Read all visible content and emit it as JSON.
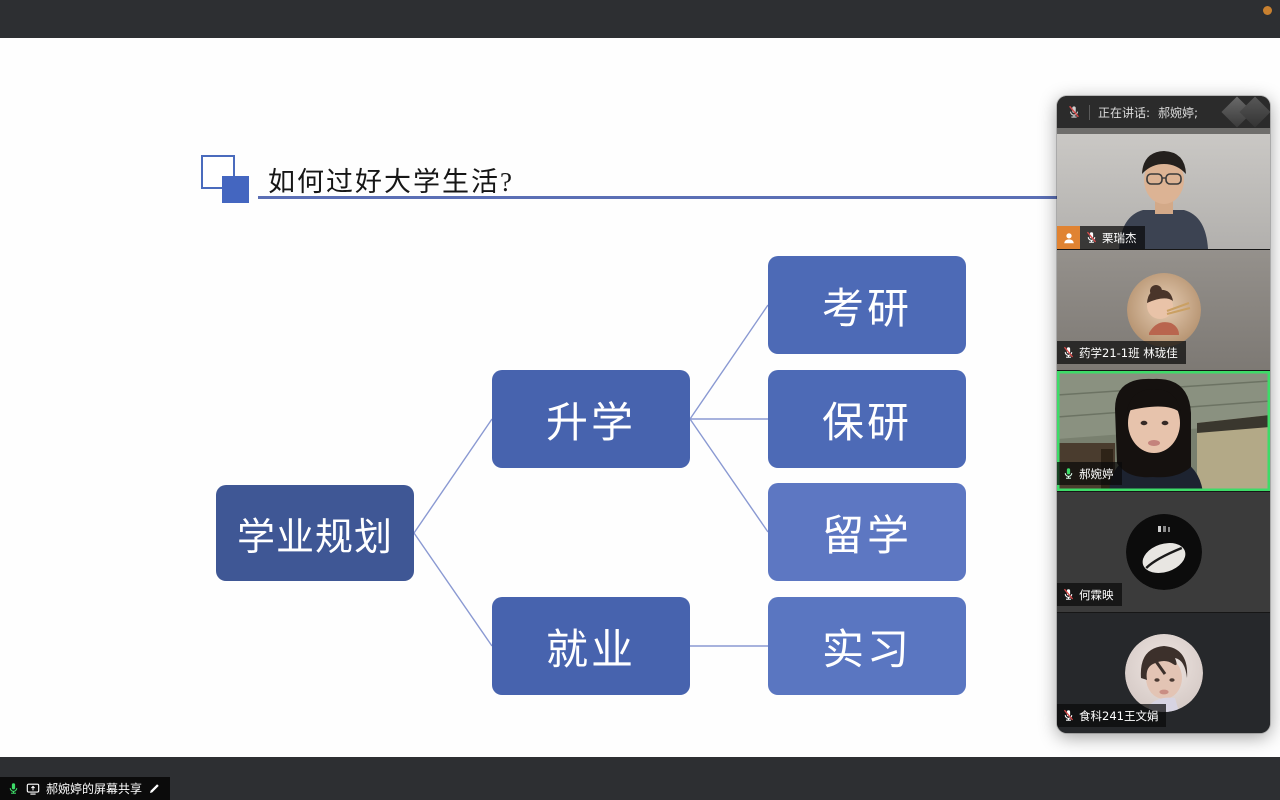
{
  "window": {
    "topbar_color": "#2d2f32",
    "notification_dot_color": "#c8802f"
  },
  "slide": {
    "title": "如何过好大学生活?",
    "accent_line_color": "#5b6fb5",
    "nodes": [
      {
        "id": "root",
        "label": "学业规划",
        "color": "#3f5795"
      },
      {
        "id": "shengxue",
        "label": "升学",
        "color": "#4763ae"
      },
      {
        "id": "jiuye",
        "label": "就业",
        "color": "#4763ae"
      },
      {
        "id": "kaoyan",
        "label": "考研",
        "color": "#4d6ab6"
      },
      {
        "id": "baoyan",
        "label": "保研",
        "color": "#4d6ab6"
      },
      {
        "id": "liuxue",
        "label": "留学",
        "color": "#5d77c2"
      },
      {
        "id": "shixi",
        "label": "实习",
        "color": "#5a76c1"
      }
    ],
    "edges": [
      [
        "学业规划",
        "升学"
      ],
      [
        "学业规划",
        "就业"
      ],
      [
        "升学",
        "考研"
      ],
      [
        "升学",
        "保研"
      ],
      [
        "升学",
        "留学"
      ],
      [
        "就业",
        "实习"
      ]
    ],
    "edge_color": "#8a99d2"
  },
  "panel": {
    "header": {
      "mic_icon": "mic-muted-icon",
      "speaking_label": "正在讲话:",
      "speaker_names": "郝婉婷;"
    },
    "participants": [
      {
        "name": "栗瑞杰",
        "mic": "muted",
        "host": true,
        "speaking": false,
        "view": "video"
      },
      {
        "name": "药学21-1班 林珑佳",
        "mic": "muted",
        "host": false,
        "speaking": false,
        "view": "avatar"
      },
      {
        "name": "郝婉婷",
        "mic": "active",
        "host": false,
        "speaking": true,
        "view": "video"
      },
      {
        "name": "何霖映",
        "mic": "muted",
        "host": false,
        "speaking": false,
        "view": "avatar"
      },
      {
        "name": "食科241王文娟",
        "mic": "muted",
        "host": false,
        "speaking": false,
        "view": "avatar"
      }
    ],
    "speaking_border_color": "#3ddc68",
    "host_badge_color": "#e08332"
  },
  "bottom_bar": {
    "share_label": "郝婉婷的屏幕共享",
    "mic_icon": "mic-active-icon",
    "screen_share_icon": "screen-share-icon",
    "edit_icon": "pencil-icon"
  }
}
